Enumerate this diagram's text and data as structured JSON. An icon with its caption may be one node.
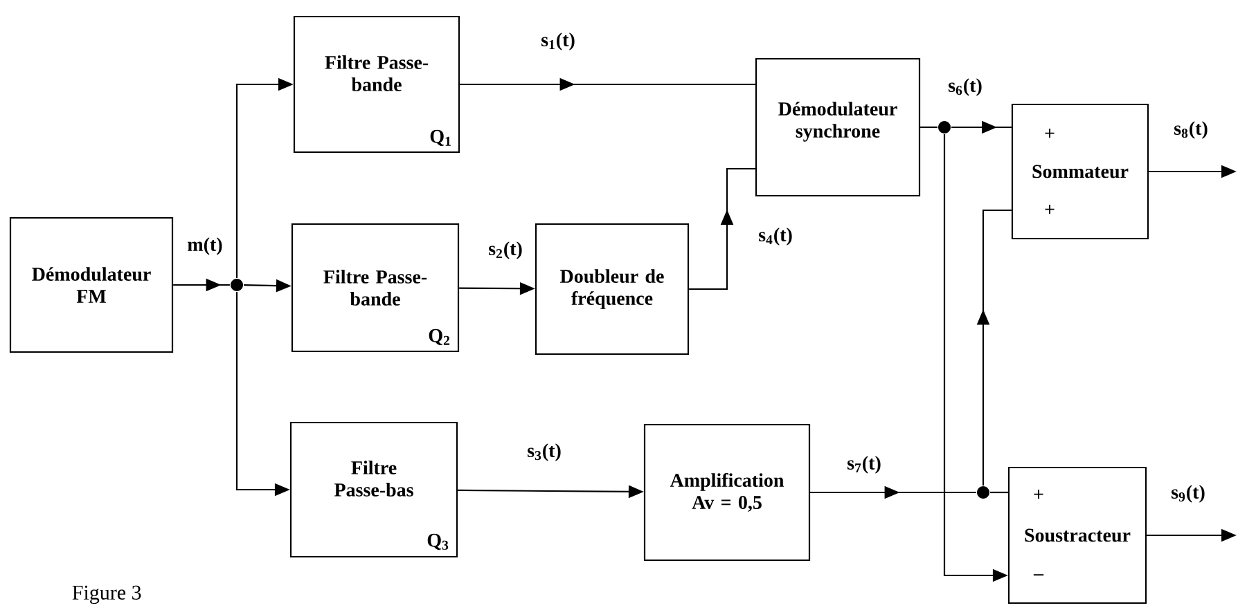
{
  "diagram": {
    "caption": "Figure 3",
    "nodes": [
      {
        "text": [
          "Démodulateur FM"
        ]
      },
      {
        "text": [
          "Filtre Passe-bande",
          "Q$_{1}$"
        ]
      },
      {
        "text": [
          "Filtre Passe-bande",
          "Q$_{2}$"
        ]
      },
      {
        "text": [
          "Doubleur de fréquence"
        ]
      },
      {
        "text": [
          "Démodulateur synchrone"
        ]
      },
      {
        "text": [
          "+",
          "Sommateur",
          "+"
        ]
      },
      {
        "text": [
          "Filtre Passe-bas",
          "Q$_{3}$"
        ]
      },
      {
        "text": [
          "Amplification Av = 0,5"
        ]
      },
      {
        "text": [
          "+",
          "Soustracteur",
          "–"
        ]
      },
      {
        "text": [],
        "shape": "circle"
      },
      {
        "text": [],
        "shape": "circle"
      },
      {
        "text": [],
        "shape": "circle"
      }
    ],
    "edges": [
      {
        "from": 0,
        "to": 9,
        "arrow": "to",
        "label": "m(t)"
      },
      {
        "from": 9,
        "to": 1,
        "arrow": "to"
      },
      {
        "from": 9,
        "to": 2,
        "arrow": "to"
      },
      {
        "from": 9,
        "to": 6,
        "arrow": "to"
      },
      {
        "from": 1,
        "to": 4,
        "arrow": "to",
        "label": "s$_{1}$(t)"
      },
      {
        "from": 2,
        "to": 3,
        "arrow": "to",
        "label": "s$_{2}$(t)"
      },
      {
        "from": 3,
        "to": 4,
        "arrow": "to",
        "label": "s$_{4}$(t)"
      },
      {
        "from": 6,
        "to": 7,
        "arrow": "to",
        "label": "s$_{3}$(t)"
      },
      {
        "from": 4,
        "to": 10,
        "arrow": "none",
        "label": "s$_{6}$(t)"
      },
      {
        "from": 10,
        "to": 5,
        "arrow": "to"
      },
      {
        "from": 10,
        "to": 8,
        "arrow": "to"
      },
      {
        "from": 7,
        "to": 11,
        "arrow": "to",
        "label": "s$_{7}$(t)"
      },
      {
        "from": 11,
        "to": 8,
        "arrow": "none"
      },
      {
        "from": 11,
        "to": 5,
        "arrow": "to"
      },
      {
        "from": 5,
        "to": null,
        "arrow": "to",
        "label": "s$_{8}$(t)"
      },
      {
        "from": 8,
        "to": null,
        "arrow": "to",
        "label": "s$_{9}$(t)"
      }
    ]
  }
}
